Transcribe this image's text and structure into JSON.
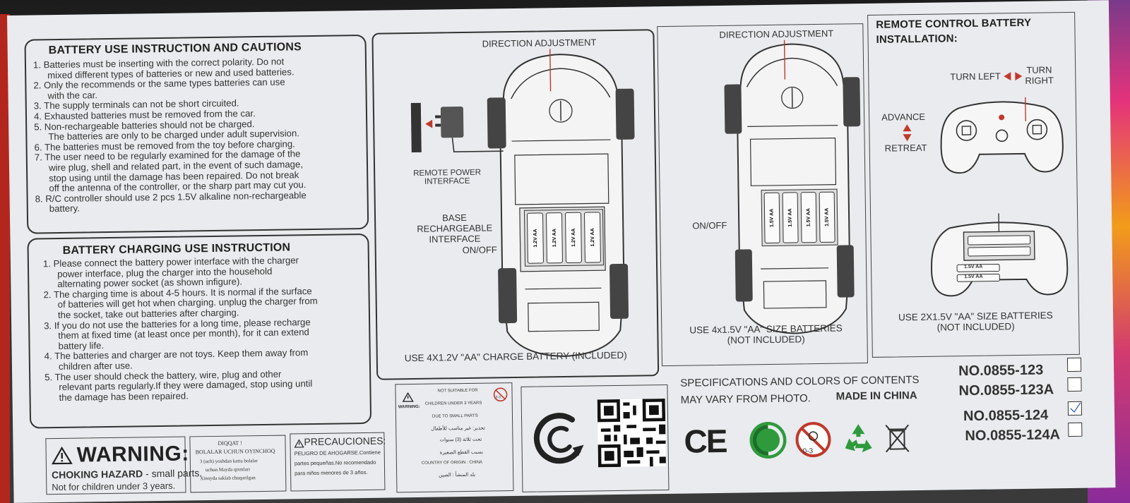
{
  "battery_use": {
    "title": "BATTERY USE INSTRUCTION AND CAUTIONS",
    "items": [
      "1. Batteries must be inserting with the correct polarity. Do not",
      "mixed different types of batteries or new and used batteries.",
      "2. Only the recommends or the same types batteries can use",
      "with the car.",
      "3. The supply terminals can not be short circuited.",
      "4. Exhausted batteries must be removed from the car.",
      "5. Non-rechargeable batteries should not be charged.",
      "The batteries are only to be charged under adult supervision.",
      "6. The batteries must be removed from the toy before charging.",
      "7. The user need to be regularly examined for the damage of the",
      "wire plug, shell and related part, in the event of such damage,",
      "stop using until the damage has been repaired. Do not break",
      "off the antenna of the controller, or the sharp part may cut you.",
      "8. R/C controller should use 2 pcs 1.5V alkaline non-rechargeable",
      "battery."
    ]
  },
  "battery_charging": {
    "title": "BATTERY CHARGING USE INSTRUCTION",
    "items": [
      "1. Please connect the battery power interface with the charger",
      "power interface, plug the charger into the household",
      "alternating power socket (as shown infigure).",
      "2. The charging time is about 4-5 hours. It is normal if the surface",
      "of batteries will get hot when charging. unplug the charger from",
      "the socket, take out batteries after charging.",
      "3. If you do not use the batteries for a long time, please recharge",
      "them at fixed time (at least once per month), for it can extend",
      "battery life.",
      "4. The batteries and charger are not toys. Keep them away from",
      "children after use.",
      "5. The user should check the battery, wire, plug and other",
      "relevant parts regularly.If they were damaged, stop using until",
      "the damage has been repaired."
    ]
  },
  "warning": {
    "title": "WARNING:",
    "line1_strong": "CHOKING HAZARD",
    "line1_rest": "- small parts.",
    "line2": "Not for children under 3 years."
  },
  "diqqat": {
    "title": "DIQQAT !",
    "lines": [
      "BOLALAR UCHUN OYINCHOQ",
      "3 (uch) yoshdan kattu bolalar",
      "uchun Mayda qismlari",
      "Xinoyda saklab chuqarilgan"
    ]
  },
  "precauciones": {
    "title": "PRECAUCIONES:",
    "lines": [
      "PELIGRO DE AHOGARSE.Contiene",
      "partes pequeñas.No recomendado",
      "para niños menores de 3 años."
    ]
  },
  "small_warning": {
    "label": "WARNING:",
    "lines": [
      "NOT SUITABLE FOR",
      "CHILDREN UNDER 3 YEARS",
      "DUE TO SMALL PARTS"
    ],
    "ar1": "تحذير: غير مناسب للأطفال",
    "ar2": "تحت ثلاثة (3) سنوات",
    "ar3": "بسبب القطع الصغيرة",
    "origin": "COUNTRY OF ORIGIN : CHINA",
    "ar4": "بلد المنشأ : الصين",
    "age": "0-3"
  },
  "diagram1": {
    "direction": "DIRECTION  ADJUSTMENT",
    "remote_power": [
      "REMOTE POWER",
      "INTERFACE"
    ],
    "base": [
      "BASE",
      "RECHARGEABLE",
      "INTERFACE"
    ],
    "onoff": "ON/OFF",
    "battery_label": "1.2V AA",
    "caption": "USE 4X1.2V \"AA\" CHARGE BATTERY (INCLUDED)"
  },
  "diagram2": {
    "direction": "DIRECTION  ADJUSTMENT",
    "onoff": "ON/OFF",
    "battery_label": "1.5V AA",
    "caption_line1": "USE 4x1.5V \"AA\" SIZE BATTERIES",
    "caption_line2": "(NOT INCLUDED)"
  },
  "remote": {
    "title_line1": "REMOTE CONTROL BATTERY",
    "title_line2": "INSTALLATION:",
    "turn_left": "TURN LEFT",
    "turn_right_1": "TURN",
    "turn_right_2": "RIGHT",
    "advance": "ADVANCE",
    "retreat": "RETREAT",
    "battery_label": "1.5V AA",
    "caption_line1": "USE 2X1.5V \"AA\" SIZE BATTERIES",
    "caption_line2": "(NOT INCLUDED)"
  },
  "specs": {
    "line1": "SPECIFICATIONS AND COLORS OF CONTENTS",
    "line2": "MAY VARY FROM PHOTO.",
    "made_in": "MADE IN CHINA",
    "ce": "CE",
    "age": "0-3"
  },
  "models": [
    "NO.0855-123",
    "NO.0855-123A",
    "NO.0855-124",
    "NO.0855-124A"
  ],
  "colors": {
    "panel": "#e9ebee",
    "ink": "#333333",
    "green": "#2e9a3c",
    "red": "#c0392b"
  }
}
